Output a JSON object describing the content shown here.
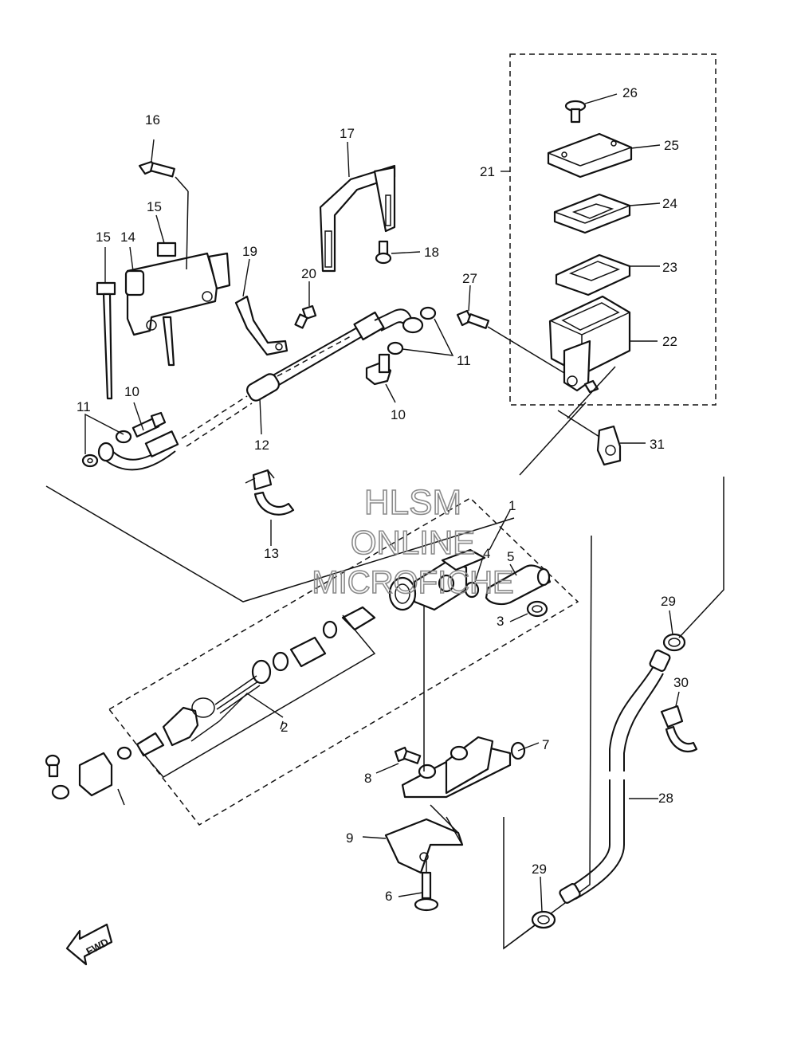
{
  "callouts": {
    "c1": "1",
    "c2": "2",
    "c3": "3",
    "c4": "4",
    "c5": "5",
    "c6": "6",
    "c7": "7",
    "c8": "8",
    "c9": "9",
    "c10a": "10",
    "c10b": "10",
    "c11a": "11",
    "c11b": "11",
    "c12": "12",
    "c13": "13",
    "c14": "14",
    "c15a": "15",
    "c15b": "15",
    "c16": "16",
    "c17": "17",
    "c18": "18",
    "c19": "19",
    "c20": "20",
    "c21": "21",
    "c22": "22",
    "c23": "23",
    "c24": "24",
    "c25": "25",
    "c26": "26",
    "c27": "27",
    "c28": "28",
    "c29a": "29",
    "c29b": "29",
    "c30": "30",
    "c31": "31"
  },
  "watermark": {
    "line1": "HLSM",
    "line2": "ONLINE",
    "line3": "MICROFICHE"
  },
  "fwd_label": "FWD"
}
